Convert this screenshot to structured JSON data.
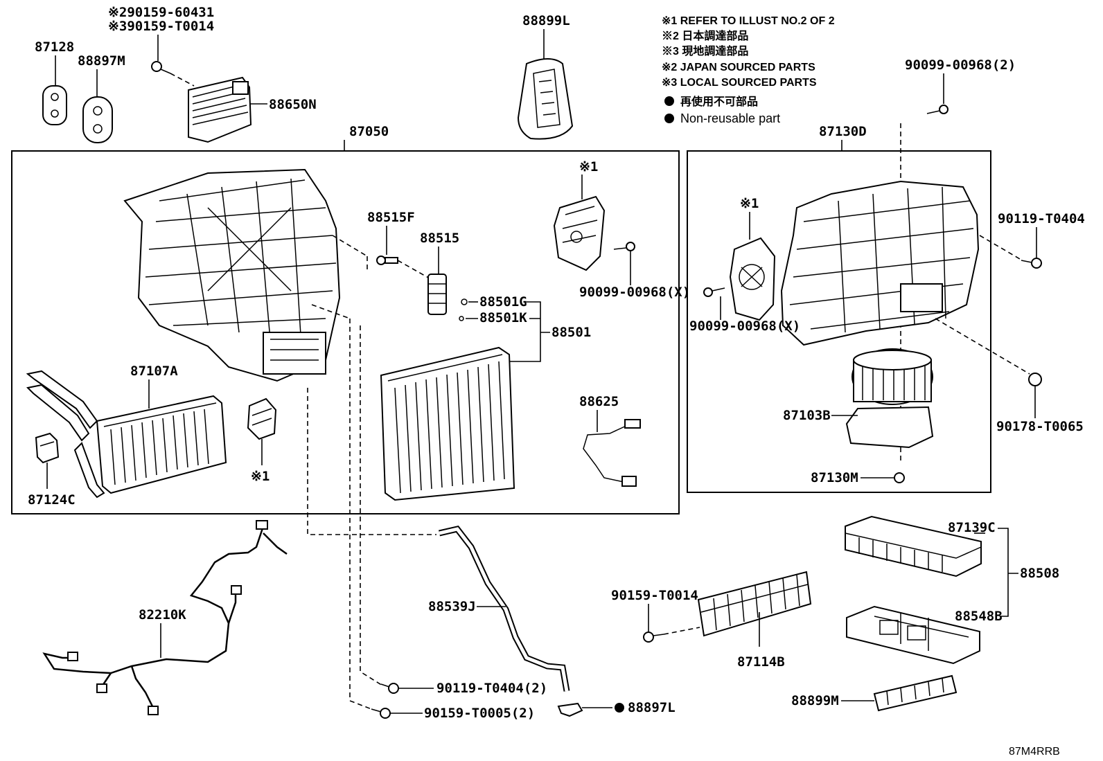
{
  "notes": {
    "n1": "※1 REFER TO ILLUST NO.2 OF 2",
    "n2": "※2 日本調達部品",
    "n3": "※3 現地調達部品",
    "n4": "※2 JAPAN SOURCED PARTS",
    "n5": "※3 LOCAL SOURCED PARTS",
    "n6": "再使用不可部品",
    "n7": "Non-reusable part"
  },
  "labels": {
    "p290159": "※290159-60431",
    "p390159": "※390159-T0014",
    "p87128": "87128",
    "p88897M": "88897M",
    "p88650N": "88650N",
    "p88899L": "88899L",
    "p87050": "87050",
    "p87130D": "87130D",
    "p90099_2": "90099-00968(2)",
    "p88515F": "88515F",
    "p88515": "88515",
    "ref1a": "※1",
    "p90099x_a": "90099-00968(X)",
    "p88501G": "88501G",
    "p88501K": "88501K",
    "p88501": "88501",
    "p87107A": "87107A",
    "ref1b": "※1",
    "p87124C": "87124C",
    "p88625": "88625",
    "ref1c": "※1",
    "p90119_a": "90119-T0404",
    "p90099x_b": "90099-00968(X)",
    "p87103B": "87103B",
    "p90178": "90178-T0065",
    "p87130M": "87130M",
    "p87139C": "87139C",
    "p88508": "88508",
    "p88548B": "88548B",
    "p88899M": "88899M",
    "p90159_T0014": "90159-T0014",
    "p87114B": "87114B",
    "p88539J": "88539J",
    "p82210K": "82210K",
    "p90119_2": "90119-T0404(2)",
    "p90159_T0005": "90159-T0005(2)",
    "p88897L": "88897L",
    "diagram_code": "87M4RRB"
  }
}
